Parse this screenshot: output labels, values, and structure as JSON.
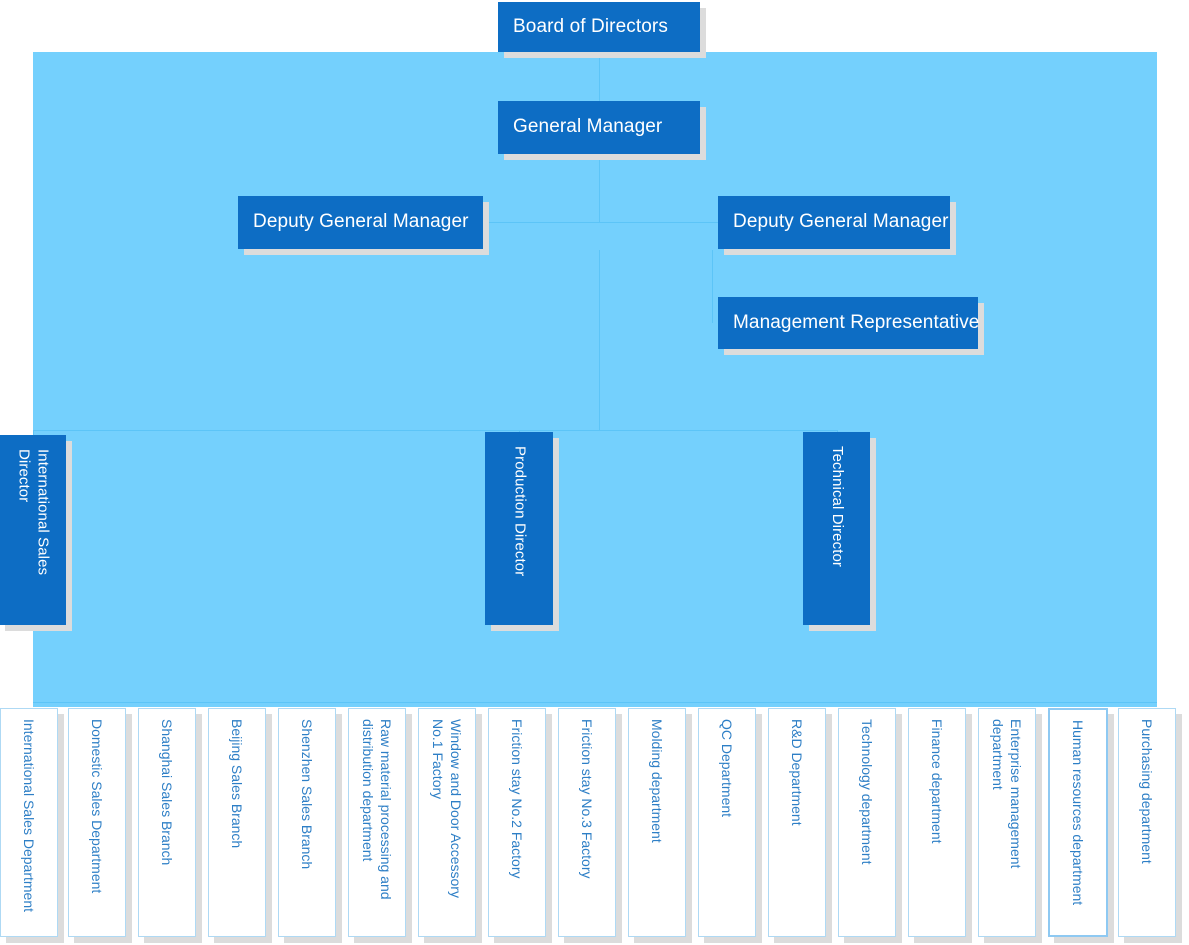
{
  "chart": {
    "title": "Organizational Chart",
    "type": "org-chart",
    "colors": {
      "panel_background": "#74d0fd",
      "executive_box_fill": "#0d6dc4",
      "executive_box_text": "#ffffff",
      "department_box_fill": "#ffffff",
      "department_box_border": "#aed9f4",
      "department_box_text": "#2e7fc6",
      "shadow": "#dcdcdc",
      "connector_line": "#5cc4f7"
    }
  },
  "executives": {
    "board_of_directors": {
      "label": "Board of Directors",
      "orientation": "horizontal"
    },
    "general_manager": {
      "label": "General Manager",
      "orientation": "horizontal"
    },
    "deputy_general_manager_left": {
      "label": "Deputy General Manager",
      "orientation": "horizontal"
    },
    "deputy_general_manager_right": {
      "label": "Deputy General Manager",
      "orientation": "horizontal"
    },
    "management_representative": {
      "label": "Management Representative",
      "orientation": "horizontal"
    },
    "international_sales_director": {
      "label": "International Sales Director",
      "orientation": "vertical"
    },
    "production_director": {
      "label": "Production Director",
      "orientation": "vertical"
    },
    "technical_director": {
      "label": "Technical Director",
      "orientation": "vertical"
    }
  },
  "departments": [
    {
      "label": "International Sales Department",
      "emphasized": false
    },
    {
      "label": "Domestic Sales Department",
      "emphasized": false
    },
    {
      "label": "Shanghai Sales Branch",
      "emphasized": false
    },
    {
      "label": "Beijing Sales Branch",
      "emphasized": false
    },
    {
      "label": "Shenzhen Sales Branch",
      "emphasized": false
    },
    {
      "label": "Raw material processing and distribution department",
      "emphasized": false
    },
    {
      "label": "Window and Door Accessory No.1 Factory",
      "emphasized": false
    },
    {
      "label": "Friction stay No.2 Factory",
      "emphasized": false
    },
    {
      "label": "Friction stay No.3 Factory",
      "emphasized": false
    },
    {
      "label": "Molding department",
      "emphasized": false
    },
    {
      "label": "QC Department",
      "emphasized": false
    },
    {
      "label": "R&D Department",
      "emphasized": false
    },
    {
      "label": "Technology department",
      "emphasized": false
    },
    {
      "label": "Finance department",
      "emphasized": false
    },
    {
      "label": "Enterprise management department",
      "emphasized": false
    },
    {
      "label": "Human resources department",
      "emphasized": true
    },
    {
      "label": "Purchasing department",
      "emphasized": false
    }
  ]
}
